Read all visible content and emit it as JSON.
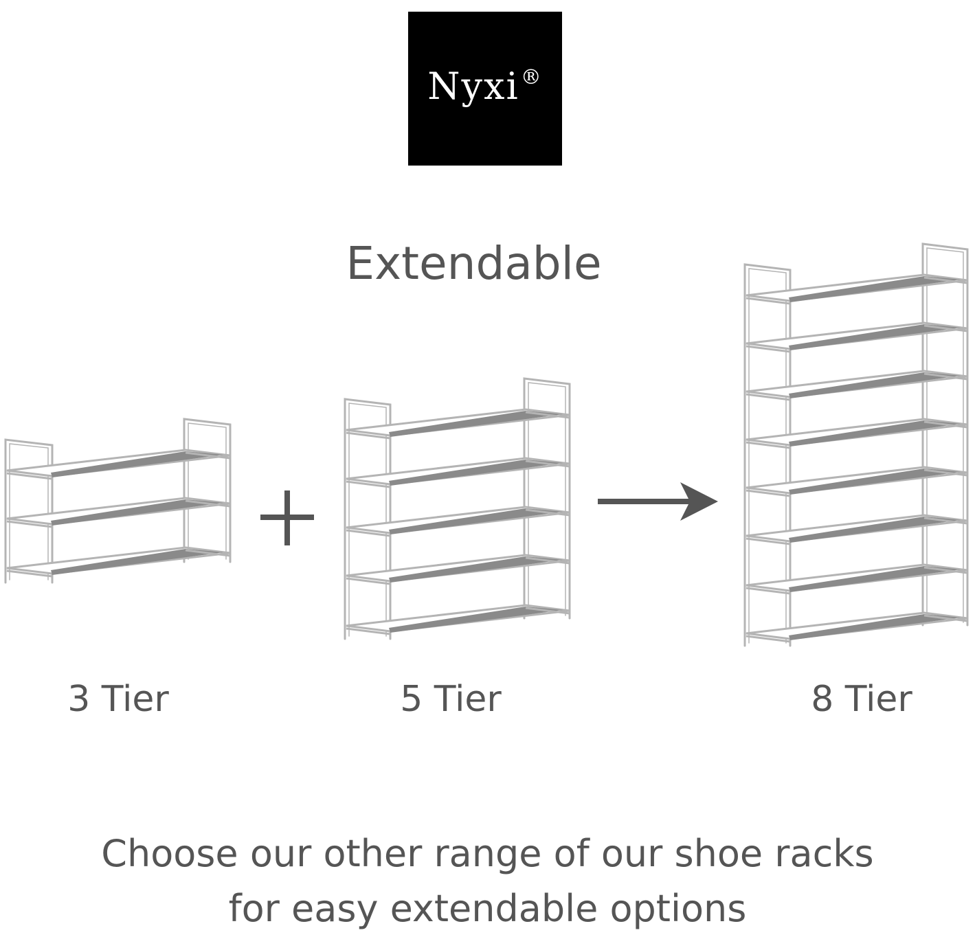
{
  "brand": {
    "name": "Nyxi",
    "mark": "®"
  },
  "heading": "Extendable",
  "racks": [
    {
      "label": "3 Tier",
      "tiers": 3
    },
    {
      "label": "5 Tier",
      "tiers": 5
    },
    {
      "label": "8 Tier",
      "tiers": 8
    }
  ],
  "operators": {
    "plus": "plus-icon",
    "arrow": "arrow-right-icon"
  },
  "caption": {
    "line1": "Choose our other range of our shoe racks",
    "line2": "for easy extendable options"
  },
  "colors": {
    "frame": "#b4b4b4",
    "shelf": "#8a8a8a",
    "text": "#555555",
    "logo_bg": "#000000"
  }
}
